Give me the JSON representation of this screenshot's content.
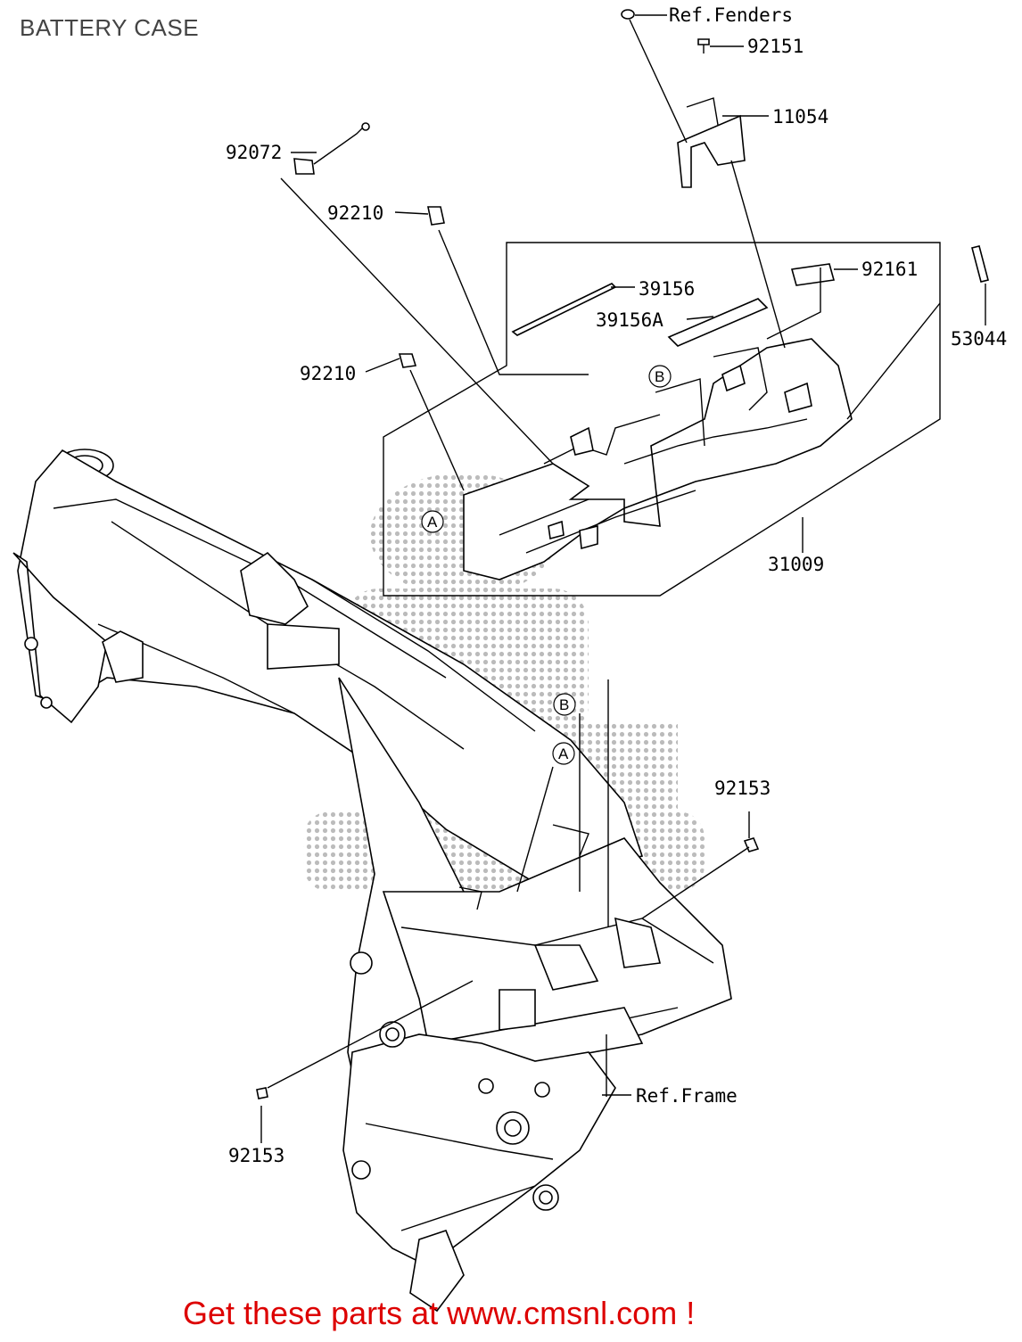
{
  "page": {
    "title": "BATTERY CASE"
  },
  "labels": {
    "ref_fenders": "Ref.Fenders",
    "p92151": "92151",
    "p11054": "11054",
    "p92072": "92072",
    "p92210_top": "92210",
    "p92161": "92161",
    "p39156": "39156",
    "p39156a": "39156A",
    "p53044": "53044",
    "p92210_mid": "92210",
    "p31009": "31009",
    "p92153_right": "92153",
    "ref_frame": "Ref.Frame",
    "p92153_left": "92153"
  },
  "callouts": {
    "b_top": "B",
    "a_top": "A",
    "b_mid": "B",
    "a_mid": "A"
  },
  "footer": {
    "text": "Get these parts at www.cmsnl.com !"
  },
  "colors": {
    "footer": "#dd0000",
    "watermark": "#b9b9b9",
    "line": "#000000"
  }
}
